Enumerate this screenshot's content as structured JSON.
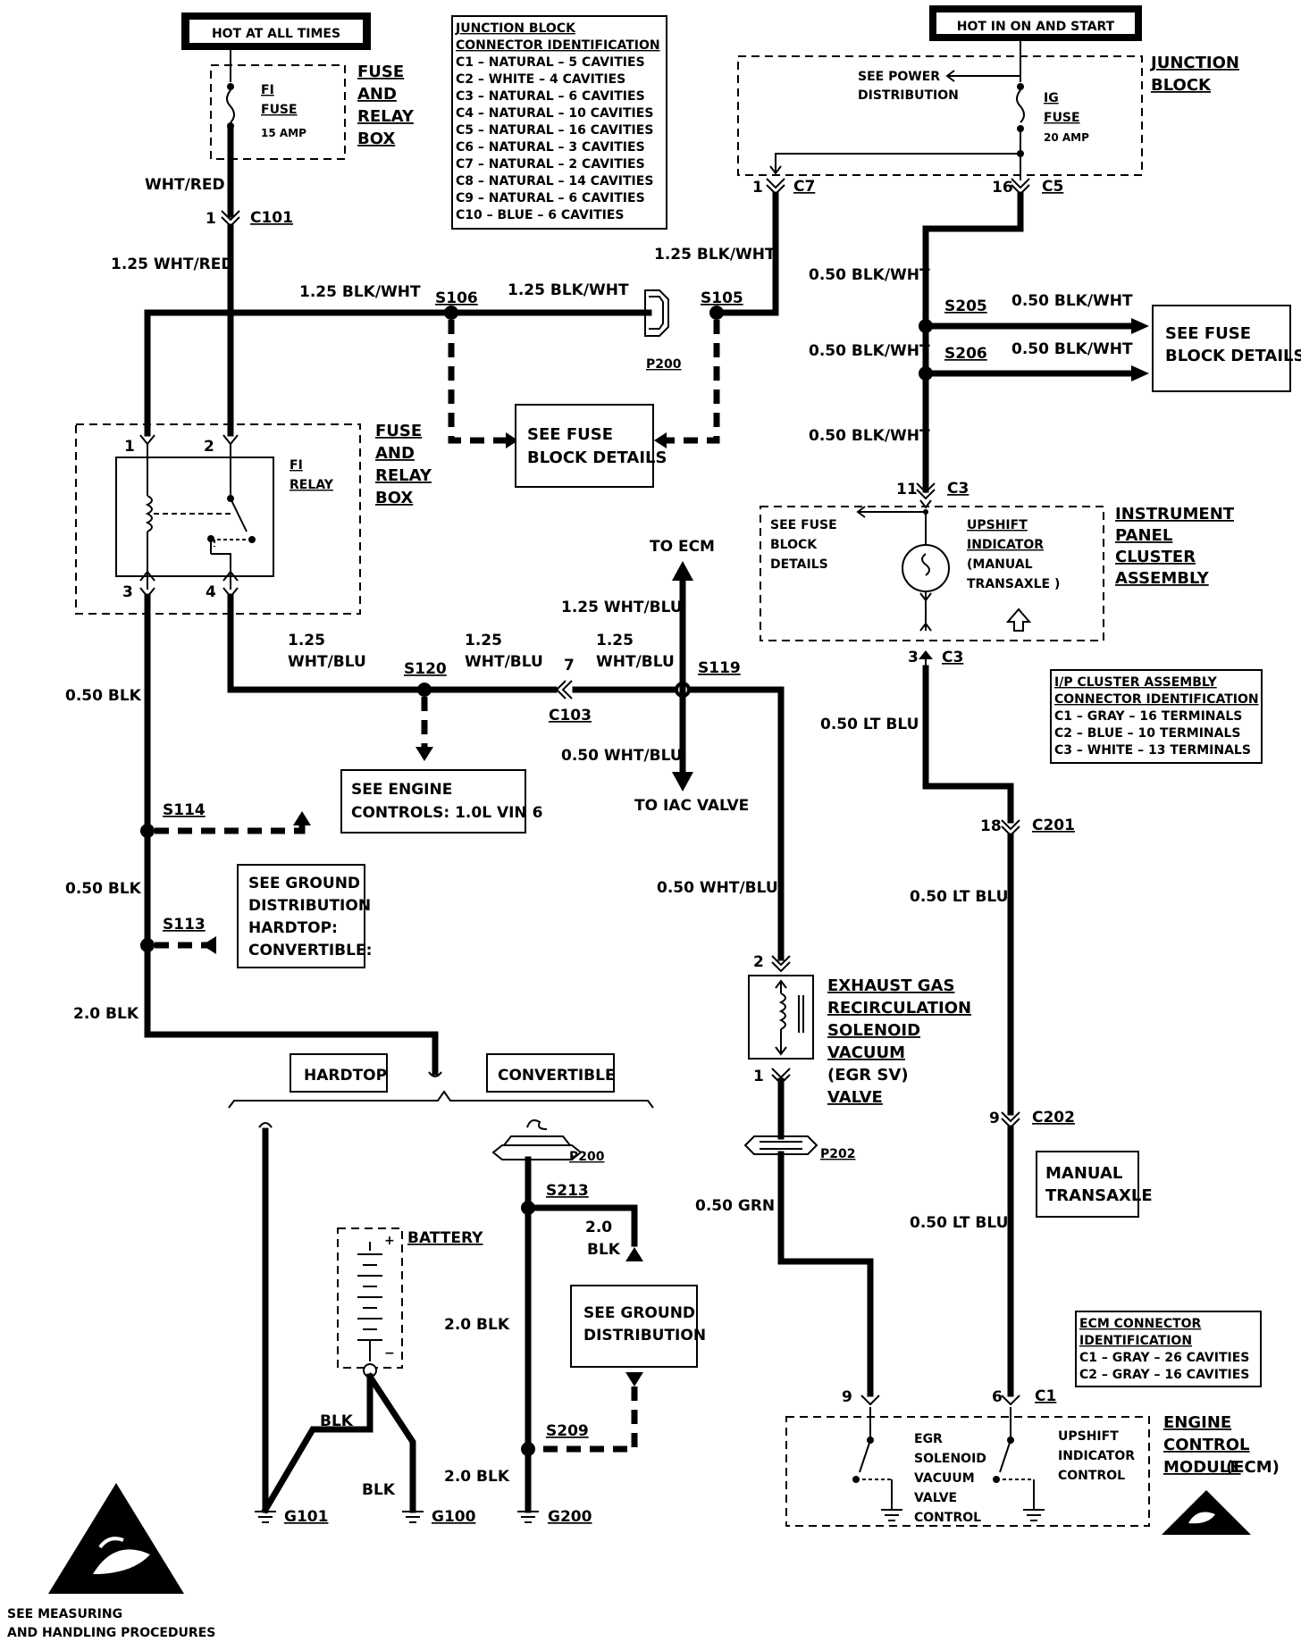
{
  "labels": {
    "hot_at_all_times": "HOT AT ALL TIMES",
    "hot_in_on_start": "HOT IN ON AND START",
    "fi_fuse": [
      "FI",
      "FUSE",
      "15 AMP"
    ],
    "fuse_relay_box_top": [
      "FUSE",
      "AND",
      "RELAY",
      "BOX"
    ],
    "fuse_relay_box_mid": [
      "FUSE",
      "AND",
      "RELAY",
      "BOX"
    ],
    "fi_relay": [
      "FI",
      "RELAY"
    ],
    "junction_block": [
      "JUNCTION",
      "BLOCK"
    ],
    "see_power_distribution": [
      "SEE POWER",
      "DISTRIBUTION"
    ],
    "ig_fuse": [
      "IG",
      "FUSE",
      "20 AMP"
    ],
    "see_fuse_block_left": [
      "SEE FUSE",
      "BLOCK DETAILS"
    ],
    "see_fuse_block_right": [
      "SEE FUSE",
      "BLOCK DETAILS"
    ],
    "see_fuse_block_cluster": [
      "SEE FUSE",
      "BLOCK",
      "DETAILS"
    ],
    "upshift_indicator": [
      "UPSHIFT",
      "INDICATOR",
      "(MANUAL",
      "TRANSAXLE )"
    ],
    "instrument_panel": [
      "INSTRUMENT",
      "PANEL",
      "CLUSTER",
      "ASSEMBLY"
    ],
    "to_ecm": "TO ECM",
    "to_iac": "TO IAC VALVE",
    "see_engine_controls": [
      "SEE ENGINE",
      "CONTROLS: 1.0L VIN 6"
    ],
    "see_ground_dist": [
      "SEE GROUND",
      "DISTRIBUTION",
      "HARDTOP:",
      "CONVERTIBLE:"
    ],
    "egr_valve": [
      "EXHAUST GAS",
      "RECIRCULATION",
      "SOLENOID",
      "VACUUM",
      "(EGR SV)",
      "VALVE"
    ],
    "hardtop": "HARDTOP",
    "convertible": "CONVERTIBLE",
    "battery": "BATTERY",
    "see_ground_dist2": [
      "SEE GROUND",
      "DISTRIBUTION"
    ],
    "manual_transaxle": [
      "MANUAL",
      "TRANSAXLE"
    ],
    "ecm_labels": [
      "EGR",
      "SOLENOID",
      "VACUUM",
      "VALVE",
      "CONTROL"
    ],
    "upshift_control": [
      "UPSHIFT",
      "INDICATOR",
      "CONTROL"
    ],
    "ecm": [
      "ENGINE",
      "CONTROL",
      "MODULE",
      "(ECM)"
    ],
    "see_measuring": [
      "SEE MEASURING",
      "AND HANDLING PROCEDURES"
    ]
  },
  "tables": {
    "junction_block_conn": {
      "title": [
        "JUNCTION BLOCK",
        "CONNECTOR IDENTIFICATION"
      ],
      "rows": [
        "C1 – NATURAL – 5 CAVITIES",
        "C2 – WHITE – 4 CAVITIES",
        "C3 – NATURAL – 6 CAVITIES",
        "C4 – NATURAL – 10 CAVITIES",
        "C5 – NATURAL – 16 CAVITIES",
        "C6 – NATURAL – 3 CAVITIES",
        "C7 – NATURAL – 2 CAVITIES",
        "C8 – NATURAL – 14 CAVITIES",
        "C9 – NATURAL – 6 CAVITIES",
        "C10 – BLUE – 6 CAVITIES"
      ]
    },
    "ip_cluster_conn": {
      "title": [
        "I/P CLUSTER ASSEMBLY",
        "CONNECTOR IDENTIFICATION"
      ],
      "rows": [
        "C1 – GRAY – 16 TERMINALS",
        "C2 – BLUE – 10 TERMINALS",
        "C3 – WHITE – 13 TERMINALS"
      ]
    },
    "ecm_conn": {
      "title": [
        "ECM CONNECTOR",
        "IDENTIFICATION"
      ],
      "rows": [
        "C1 – GRAY – 26 CAVITIES",
        "C2 – GRAY – 16 CAVITIES"
      ]
    }
  },
  "wires": {
    "wht_red": "WHT/RED",
    "w125_wht_red": "1.25 WHT/RED",
    "w125_blk_wht_a": "1.25 BLK/WHT",
    "w125_blk_wht_b": "1.25 BLK/WHT",
    "w125_blk_wht_c": "1.25 BLK/WHT",
    "w050_blk_wht_a": "0.50 BLK/WHT",
    "w050_blk_wht_b": "0.50 BLK/WHT",
    "w050_blk_wht_c": "0.50 BLK/WHT",
    "w050_blk_wht_d": "0.50 BLK/WHT",
    "w050_blk_wht_e": "0.50 BLK/WHT",
    "w125_wht_blu_a": [
      "1.25",
      "WHT/BLU"
    ],
    "w125_wht_blu_b": [
      "1.25",
      "WHT/BLU"
    ],
    "w125_wht_blu_c": [
      "1.25",
      "WHT/BLU"
    ],
    "w125_wht_blu_d": "1.25 WHT/BLU",
    "w050_wht_blu_a": "0.50 WHT/BLU",
    "w050_wht_blu_b": "0.50 WHT/BLU",
    "w050_blk_a": "0.50 BLK",
    "w050_blk_b": "0.50 BLK",
    "w20_blk_a": "2.0 BLK",
    "w20_blk_b": "2.0 BLK",
    "w20_blk_c": [
      "2.0",
      "BLK"
    ],
    "w20_blk_d": "2.0 BLK",
    "blk_a": "BLK",
    "blk_b": "BLK",
    "w050_lt_blu_a": "0.50 LT BLU",
    "w050_lt_blu_b": "0.50 LT BLU",
    "w050_lt_blu_c": "0.50 LT BLU",
    "w050_grn": "0.50 GRN"
  },
  "connectors": {
    "c101": "C101",
    "c101_pin": "1",
    "c7": "C7",
    "c7_pin": "1",
    "c5": "C5",
    "c5_pin": "16",
    "c3_top": "C3",
    "c3_top_pin": "11",
    "c3_bot": "C3",
    "c3_bot_pin": "3",
    "c103": "C103",
    "c103_pin": "7",
    "c201": "C201",
    "c201_pin": "18",
    "c202": "C202",
    "c202_pin": "9",
    "c1": "C1",
    "c1_pin_a": "9",
    "c1_pin_b": "6",
    "egr_pin_top": "2",
    "egr_pin_bot": "1",
    "relay_pins": [
      "1",
      "2",
      "3",
      "4"
    ],
    "p200_a": "P200",
    "p200_b": "P200",
    "p202": "P202"
  },
  "splices": {
    "s106": "S106",
    "s105": "S105",
    "s205": "S205",
    "s206": "S206",
    "s120": "S120",
    "s119": "S119",
    "s114": "S114",
    "s113": "S113",
    "s213": "S213",
    "s209": "S209"
  },
  "grounds": {
    "g101": "G101",
    "g100": "G100",
    "g200": "G200"
  }
}
